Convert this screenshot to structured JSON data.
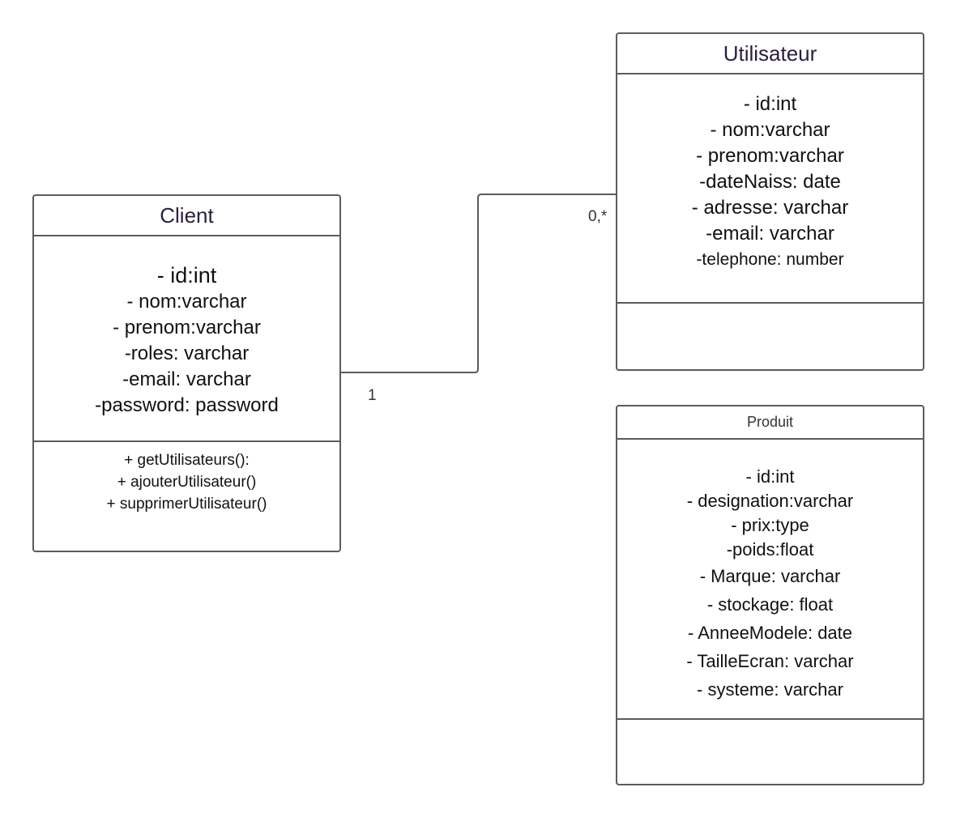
{
  "classes": {
    "client": {
      "name": "Client",
      "attributes": [
        "- id:int",
        "- nom:varchar",
        "- prenom:varchar",
        "-roles: varchar",
        "-email: varchar",
        "-password: password"
      ],
      "methods": [
        "+ getUtilisateurs():",
        "+ ajouterUtilisateur()",
        "+ supprimerUtilisateur()"
      ]
    },
    "utilisateur": {
      "name": "Utilisateur",
      "attributes": [
        "- id:int",
        "- nom:varchar",
        "- prenom:varchar",
        "-dateNaiss: date",
        "- adresse: varchar",
        "-email: varchar",
        "-telephone: number"
      ],
      "methods": []
    },
    "produit": {
      "name": "Produit",
      "attributes": [
        "- id:int",
        "- designation:varchar",
        "- prix:type",
        "-poids:float",
        "- Marque: varchar",
        "- stockage: float",
        "- AnneeModele: date",
        "- TailleEcran: varchar",
        "- systeme: varchar"
      ],
      "methods": []
    }
  },
  "association": {
    "client_end": "1",
    "utilisateur_end": "0,*"
  },
  "colors": {
    "border": "#5b5b5b",
    "title_text": "#2a1f3d"
  }
}
